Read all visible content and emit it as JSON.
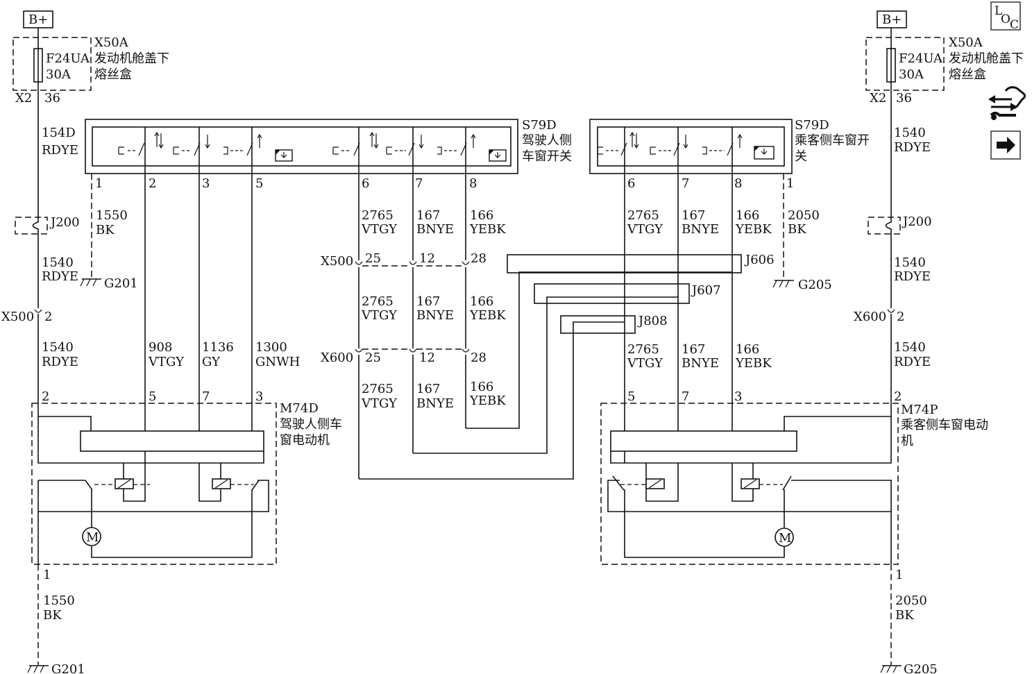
{
  "supply": {
    "label": "B+"
  },
  "fuse_box": {
    "connector": "X50A",
    "location_line1": "发动机舱盖下",
    "location_line2": "熔丝盒",
    "fuse_name": "F24UA",
    "fuse_rating": "30A",
    "conn_left": "X2",
    "conn_right": "36"
  },
  "loc_icon": {
    "l": "L",
    "o": "O",
    "c": "C"
  },
  "switch_driver": {
    "id": "S79D",
    "name_line1": "驾驶人侧",
    "name_line2": "车窗开关",
    "pins": [
      "1",
      "2",
      "3",
      "5",
      "6",
      "7",
      "8"
    ]
  },
  "switch_pass": {
    "id": "S79D",
    "name_line1": "乘客侧车窗开",
    "name_line2": "关",
    "pins": [
      "6",
      "7",
      "8",
      "1"
    ]
  },
  "motor_driver": {
    "id": "M74D",
    "name_line1": "驾驶人侧车",
    "name_line2": "窗电动机",
    "pins": [
      "2",
      "5",
      "7",
      "3",
      "1"
    ]
  },
  "motor_pass": {
    "id": "M74P",
    "name_line1": "乘客侧车窗电动",
    "name_line2": "机",
    "pins": [
      "5",
      "7",
      "3",
      "2",
      "1"
    ]
  },
  "motor_symbol": "M",
  "wires": {
    "w154d": {
      "circuit": "154D",
      "color": "RDYE"
    },
    "w1540": {
      "circuit": "1540",
      "color": "RDYE"
    },
    "w1550": {
      "circuit": "1550",
      "color": "BK"
    },
    "w2050": {
      "circuit": "2050",
      "color": "BK"
    },
    "w2765": {
      "circuit": "2765",
      "color": "VTGY"
    },
    "w167": {
      "circuit": "167",
      "color": "BNYE"
    },
    "w166": {
      "circuit": "166",
      "color": "YEBK"
    },
    "w908": {
      "circuit": "908",
      "color": "VTGY"
    },
    "w1136": {
      "circuit": "1136",
      "color": "GY"
    },
    "w1300": {
      "circuit": "1300",
      "color": "GNWH"
    }
  },
  "splices": {
    "j200": "J200",
    "j606": "J606",
    "j607": "J607",
    "j808": "J808"
  },
  "grounds": {
    "g201": "G201",
    "g205": "G205"
  },
  "connectors": {
    "x500": "X500",
    "x600": "X600",
    "pin2": "2",
    "pin25": "25",
    "pin12": "12",
    "pin28": "28"
  }
}
